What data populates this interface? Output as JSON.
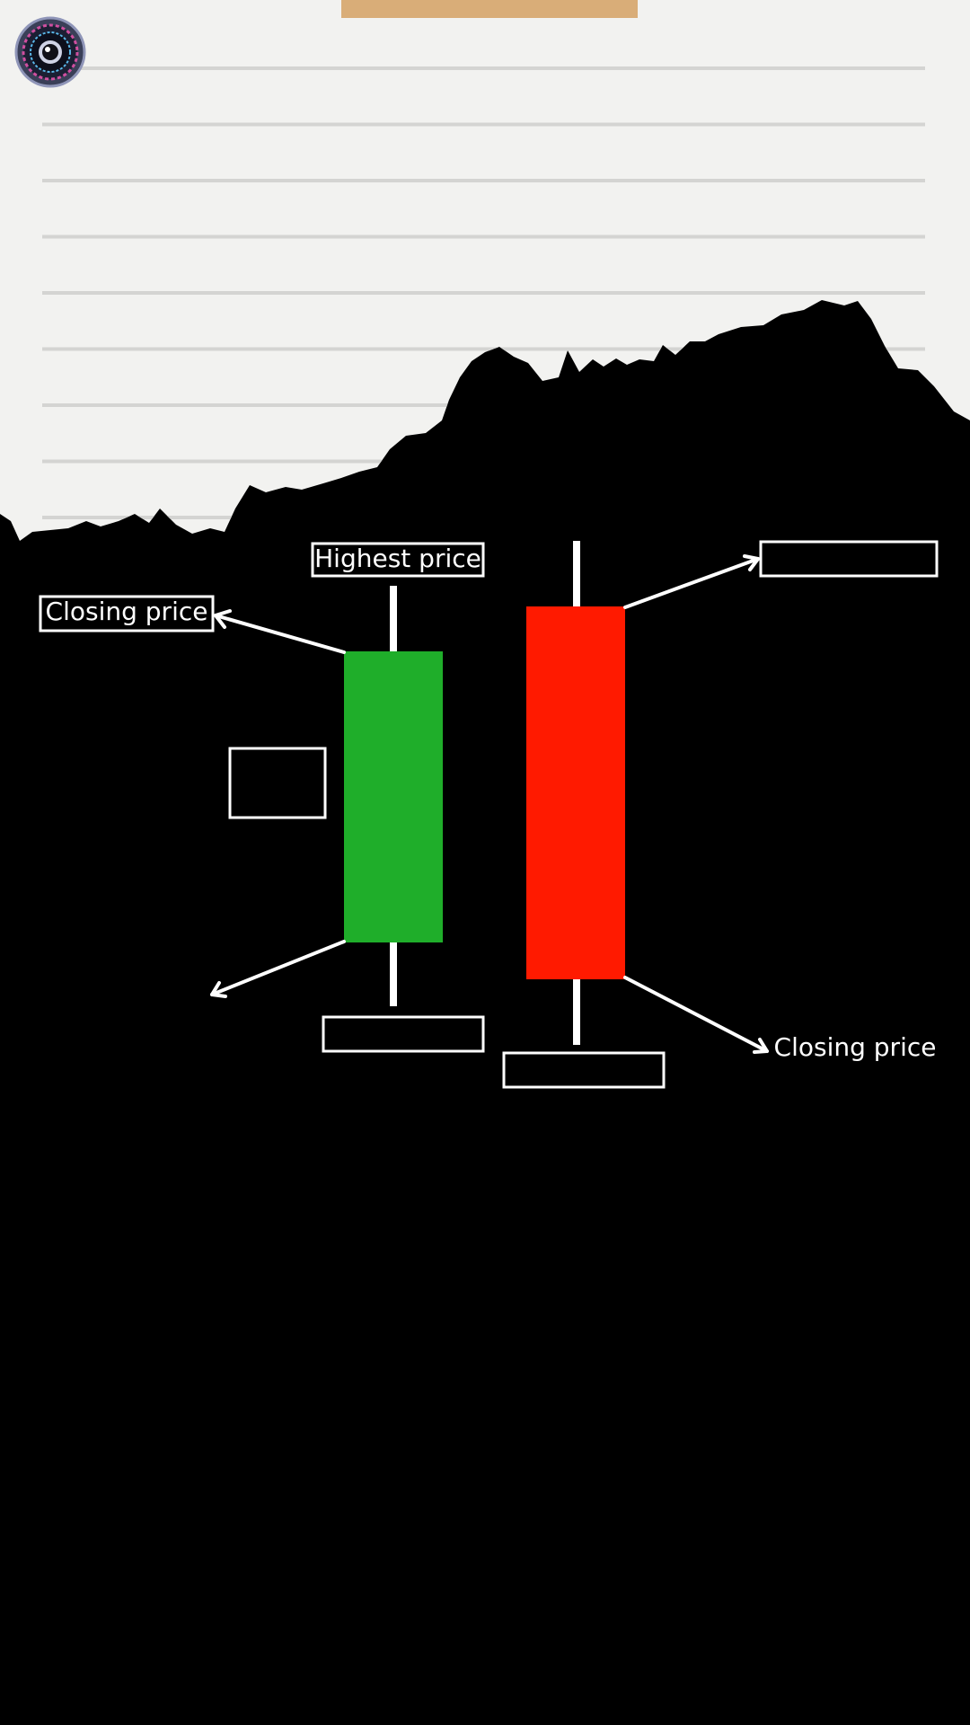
{
  "colors": {
    "paper": "#f2f2f0",
    "paper_rule": "#d4d4d2",
    "tape": "#d9ad78",
    "background": "#000000",
    "bullish_candle": "#1fae2a",
    "bearish_candle": "#ff1a00",
    "wick": "#ffffff",
    "label_border": "#ffffff",
    "label_text": "#ffffff"
  },
  "icons": {
    "channel_logo": "camera-lens-logo-icon",
    "arrow": "arrow-icon"
  },
  "labels": {
    "bull_highest": "Highest price",
    "bull_closing": "Closing price",
    "bull_opening": "",
    "bull_lowest": "",
    "bear_highest": "",
    "bear_closing": "Closing price",
    "bear_lowest": ""
  }
}
